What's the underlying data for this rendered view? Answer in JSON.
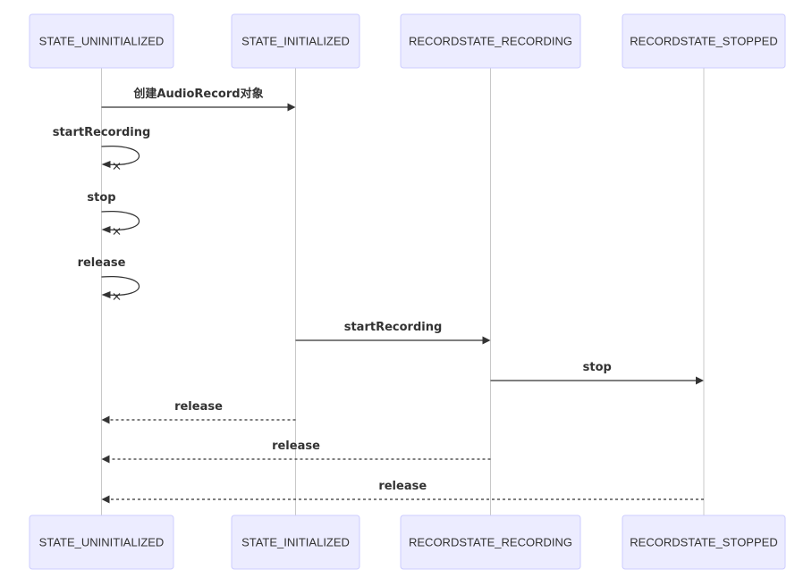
{
  "diagram": {
    "type": "sequence",
    "participants": [
      {
        "id": "uninit",
        "label": "STATE_UNINITIALIZED"
      },
      {
        "id": "init",
        "label": "STATE_INITIALIZED"
      },
      {
        "id": "recording",
        "label": "RECORDSTATE_RECORDING"
      },
      {
        "id": "stopped",
        "label": "RECORDSTATE_STOPPED"
      }
    ],
    "messages": [
      {
        "from": "uninit",
        "to": "init",
        "label": "创建AudioRecord对象",
        "style": "solid",
        "end": "arrow"
      },
      {
        "from": "uninit",
        "to": "uninit",
        "label": "startRecording",
        "style": "solid",
        "end": "cross"
      },
      {
        "from": "uninit",
        "to": "uninit",
        "label": "stop",
        "style": "solid",
        "end": "cross"
      },
      {
        "from": "uninit",
        "to": "uninit",
        "label": "release",
        "style": "solid",
        "end": "cross"
      },
      {
        "from": "init",
        "to": "recording",
        "label": "startRecording",
        "style": "solid",
        "end": "arrow"
      },
      {
        "from": "recording",
        "to": "stopped",
        "label": "stop",
        "style": "solid",
        "end": "arrow"
      },
      {
        "from": "init",
        "to": "uninit",
        "label": "release",
        "style": "dashed",
        "end": "arrow"
      },
      {
        "from": "recording",
        "to": "uninit",
        "label": "release",
        "style": "dashed",
        "end": "arrow"
      },
      {
        "from": "stopped",
        "to": "uninit",
        "label": "release",
        "style": "dashed",
        "end": "arrow"
      }
    ]
  }
}
